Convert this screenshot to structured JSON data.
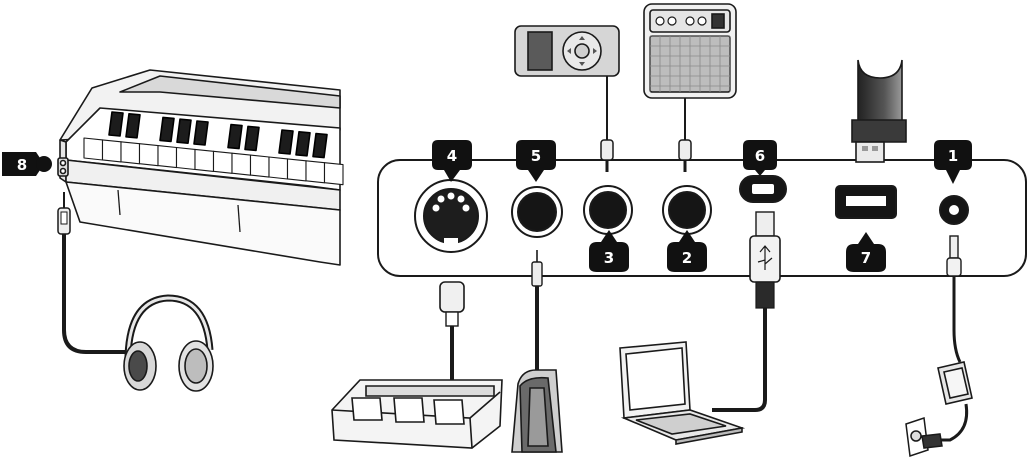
{
  "callouts": {
    "c1": "1",
    "c2": "2",
    "c3": "3",
    "c4": "4",
    "c5": "5",
    "c6": "6",
    "c7": "7",
    "c8": "8"
  },
  "colors": {
    "stroke": "#1a1a1a",
    "badge": "#111111",
    "device_light": "#e3e3e3",
    "device_mid": "#bdbdbd",
    "device_dark": "#2b2b2b"
  },
  "icons": [
    "digital-piano",
    "headphones",
    "music-player",
    "guitar-amplifier",
    "usb-flash-drive",
    "midi-connector",
    "damper-pedal",
    "triple-pedal-unit",
    "laptop",
    "ac-adaptor",
    "wall-outlet"
  ]
}
